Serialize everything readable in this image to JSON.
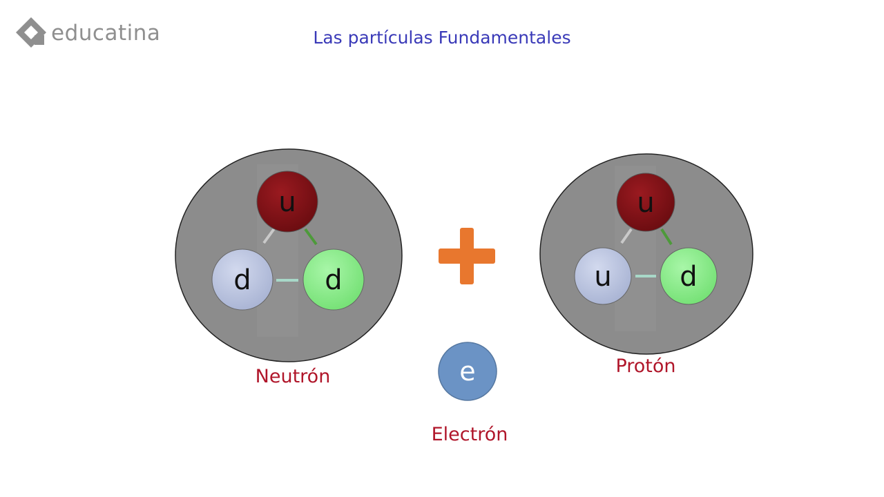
{
  "logo": {
    "text": "educatina"
  },
  "title": "Las partículas Fundamentales",
  "neutron": {
    "label": "Neutrón",
    "quarks": [
      "u",
      "d",
      "d"
    ]
  },
  "proton": {
    "label": "Protón",
    "quarks": [
      "u",
      "u",
      "d"
    ]
  },
  "electron": {
    "symbol": "e",
    "label": "Electrón"
  },
  "colors": {
    "nucleon_fill": "#8c8c8c",
    "quark_up_red": "#7d1016",
    "quark_blue": "#b7c2de",
    "quark_green": "#8ef08e",
    "electron": "#6b93c5",
    "plus": "#e8772e",
    "title": "#3a3ab8",
    "label": "#b0162a"
  },
  "icons": [
    "logo-diamond-icon",
    "plus-icon"
  ]
}
